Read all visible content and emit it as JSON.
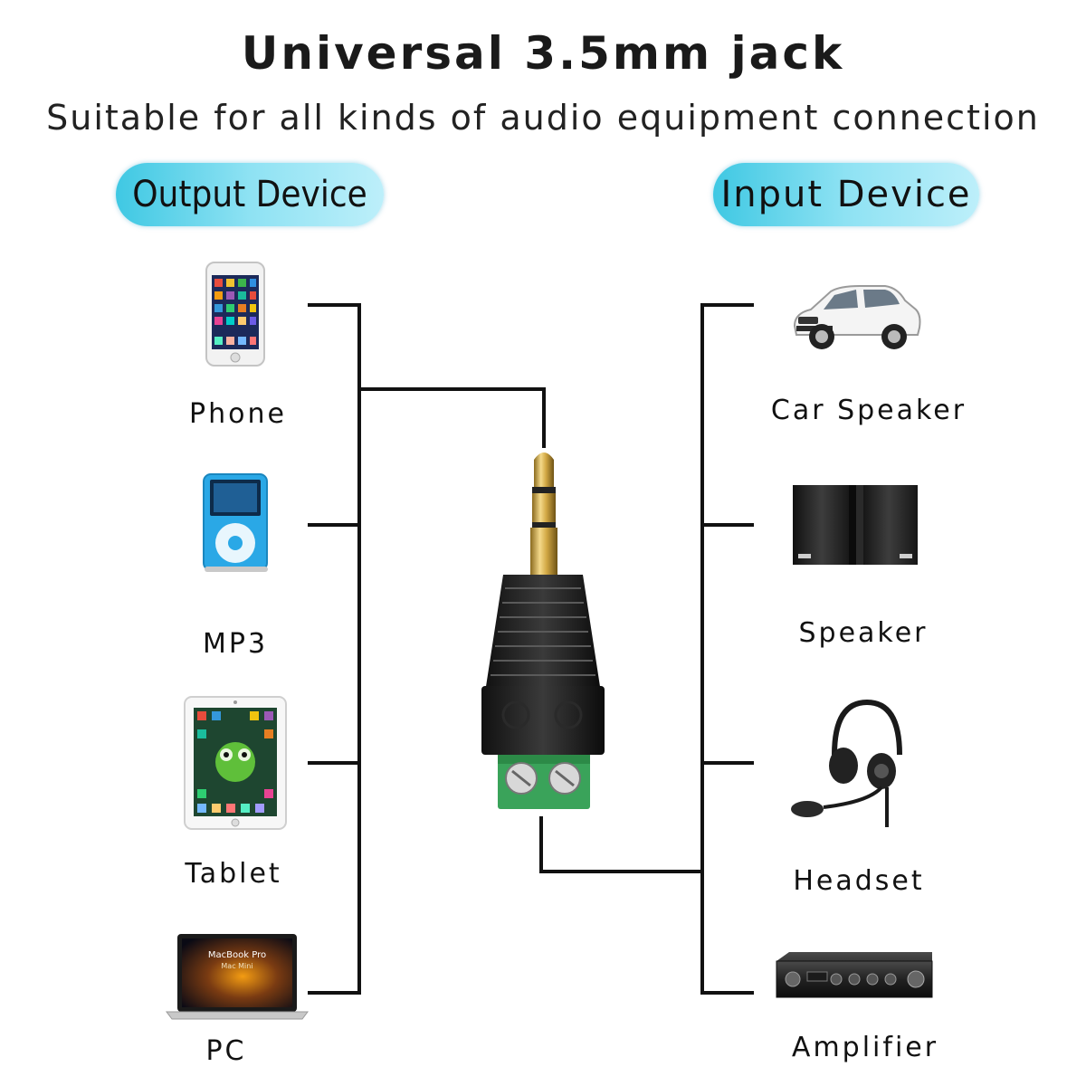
{
  "header": {
    "title": "Universal 3.5mm jack",
    "subtitle": "Suitable for all kinds of audio equipment connection"
  },
  "groups": {
    "output_label": "Output Device",
    "input_label": "Input Device"
  },
  "output_devices": [
    {
      "label": "Phone",
      "icon": "phone-icon"
    },
    {
      "label": "MP3",
      "icon": "mp3-player-icon"
    },
    {
      "label": "Tablet",
      "icon": "tablet-icon"
    },
    {
      "label": "PC",
      "icon": "laptop-icon"
    }
  ],
  "input_devices": [
    {
      "label": "Car Speaker",
      "icon": "car-icon"
    },
    {
      "label": "Speaker",
      "icon": "speaker-icon"
    },
    {
      "label": "Headset",
      "icon": "headset-icon"
    },
    {
      "label": "Amplifier",
      "icon": "amplifier-icon"
    }
  ],
  "laptop_screen_text": [
    "MacBook Pro",
    "Mac Mini"
  ],
  "colors": {
    "pill_gradient_start": "#3fc8e3",
    "pill_gradient_end": "#bdeffa",
    "wire": "#111111",
    "plug_gold": "#d8b04a",
    "terminal_green": "#3aa35a",
    "mp3_blue": "#2aa8e6"
  }
}
